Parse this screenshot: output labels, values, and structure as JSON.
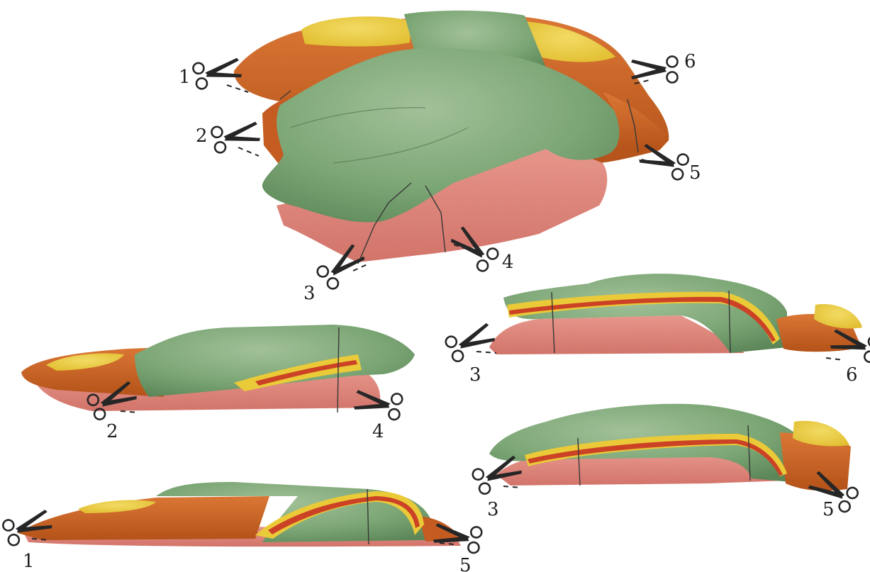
{
  "colors": {
    "green_layer": "#7faa78",
    "green_dark": "#5f8a5b",
    "orange_layer": "#d76a2c",
    "orange_dark": "#b8551f",
    "yellow_layer": "#f0cf3a",
    "pink_layer": "#e68a7f",
    "pink_dark": "#c9675f",
    "red_stripe": "#d0452a",
    "scissors": "#262626"
  },
  "icons": [
    "scissors-icon",
    "dashed-cut-line"
  ],
  "labels": {
    "top_block": {
      "cut1": "1",
      "cut2": "2",
      "cut3": "3",
      "cut4": "4",
      "cut5": "5",
      "cut6": "6"
    },
    "section_2_4": {
      "left": "2",
      "right": "4"
    },
    "section_1_5": {
      "left": "1",
      "right": "5"
    },
    "section_3_6": {
      "left": "3",
      "right": "6"
    },
    "section_3_5": {
      "left": "3",
      "right": "5"
    }
  }
}
